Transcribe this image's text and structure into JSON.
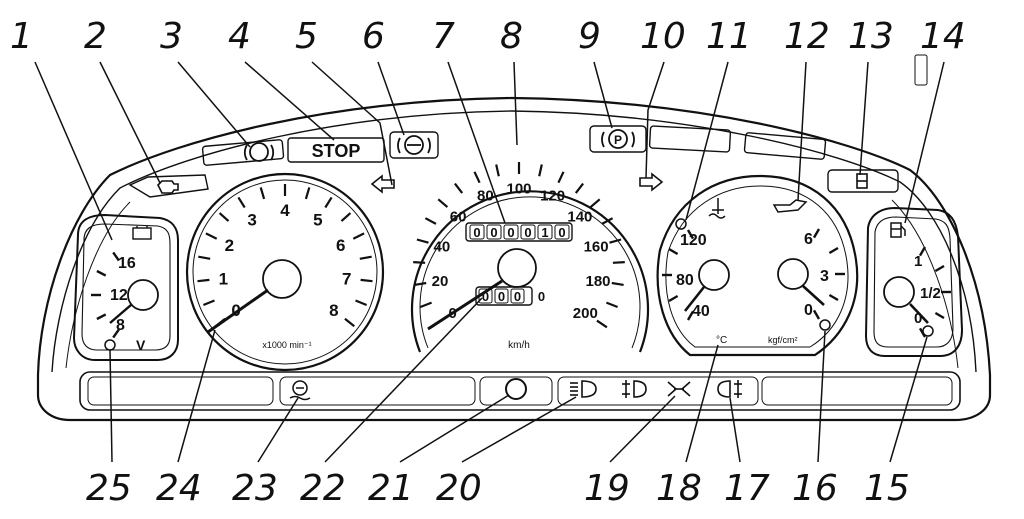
{
  "callouts": {
    "top": [
      "1",
      "2",
      "3",
      "4",
      "5",
      "6",
      "7",
      "8",
      "9",
      "10",
      "11",
      "12",
      "13",
      "14"
    ],
    "bottom": [
      "25",
      "24",
      "23",
      "22",
      "21",
      "20",
      "19",
      "18",
      "17",
      "16",
      "15"
    ]
  },
  "warning_panel": {
    "stop_label": "STOP"
  },
  "voltmeter": {
    "ticks": [
      "16",
      "12",
      "8"
    ],
    "unit": "V"
  },
  "tachometer": {
    "ticks": [
      "0",
      "1",
      "2",
      "3",
      "4",
      "5",
      "6",
      "7",
      "8"
    ],
    "unit": "x1000 min⁻¹"
  },
  "speedometer": {
    "ticks": [
      "0",
      "20",
      "40",
      "60",
      "80",
      "100",
      "120",
      "140",
      "160",
      "180",
      "200"
    ],
    "odometer": [
      "0",
      "0",
      "0",
      "0",
      "1",
      "0"
    ],
    "trip": [
      "0",
      "0",
      "0",
      "0"
    ],
    "unit": "km/h"
  },
  "temp_gauge": {
    "ticks": [
      "120",
      "80",
      "40"
    ],
    "unit": "°C"
  },
  "oil_gauge": {
    "ticks": [
      "6",
      "3",
      "0"
    ],
    "unit": "kgf/cm²"
  },
  "fuel_gauge": {
    "ticks": [
      "1",
      "1/2",
      "0"
    ]
  },
  "icons": [
    "battery-icon",
    "engine-check-icon",
    "brake-wear-icon",
    "stop-lamp-icon",
    "left-turn-icon",
    "abs-icon",
    "parking-brake-icon",
    "right-turn-icon",
    "door-open-icon",
    "fuel-pump-icon",
    "coolant-temp-icon",
    "oil-can-icon",
    "brake-fluid-icon",
    "high-beam-icon",
    "front-fog-icon",
    "side-lights-icon",
    "rear-fog-icon",
    "trip-reset-icon"
  ]
}
